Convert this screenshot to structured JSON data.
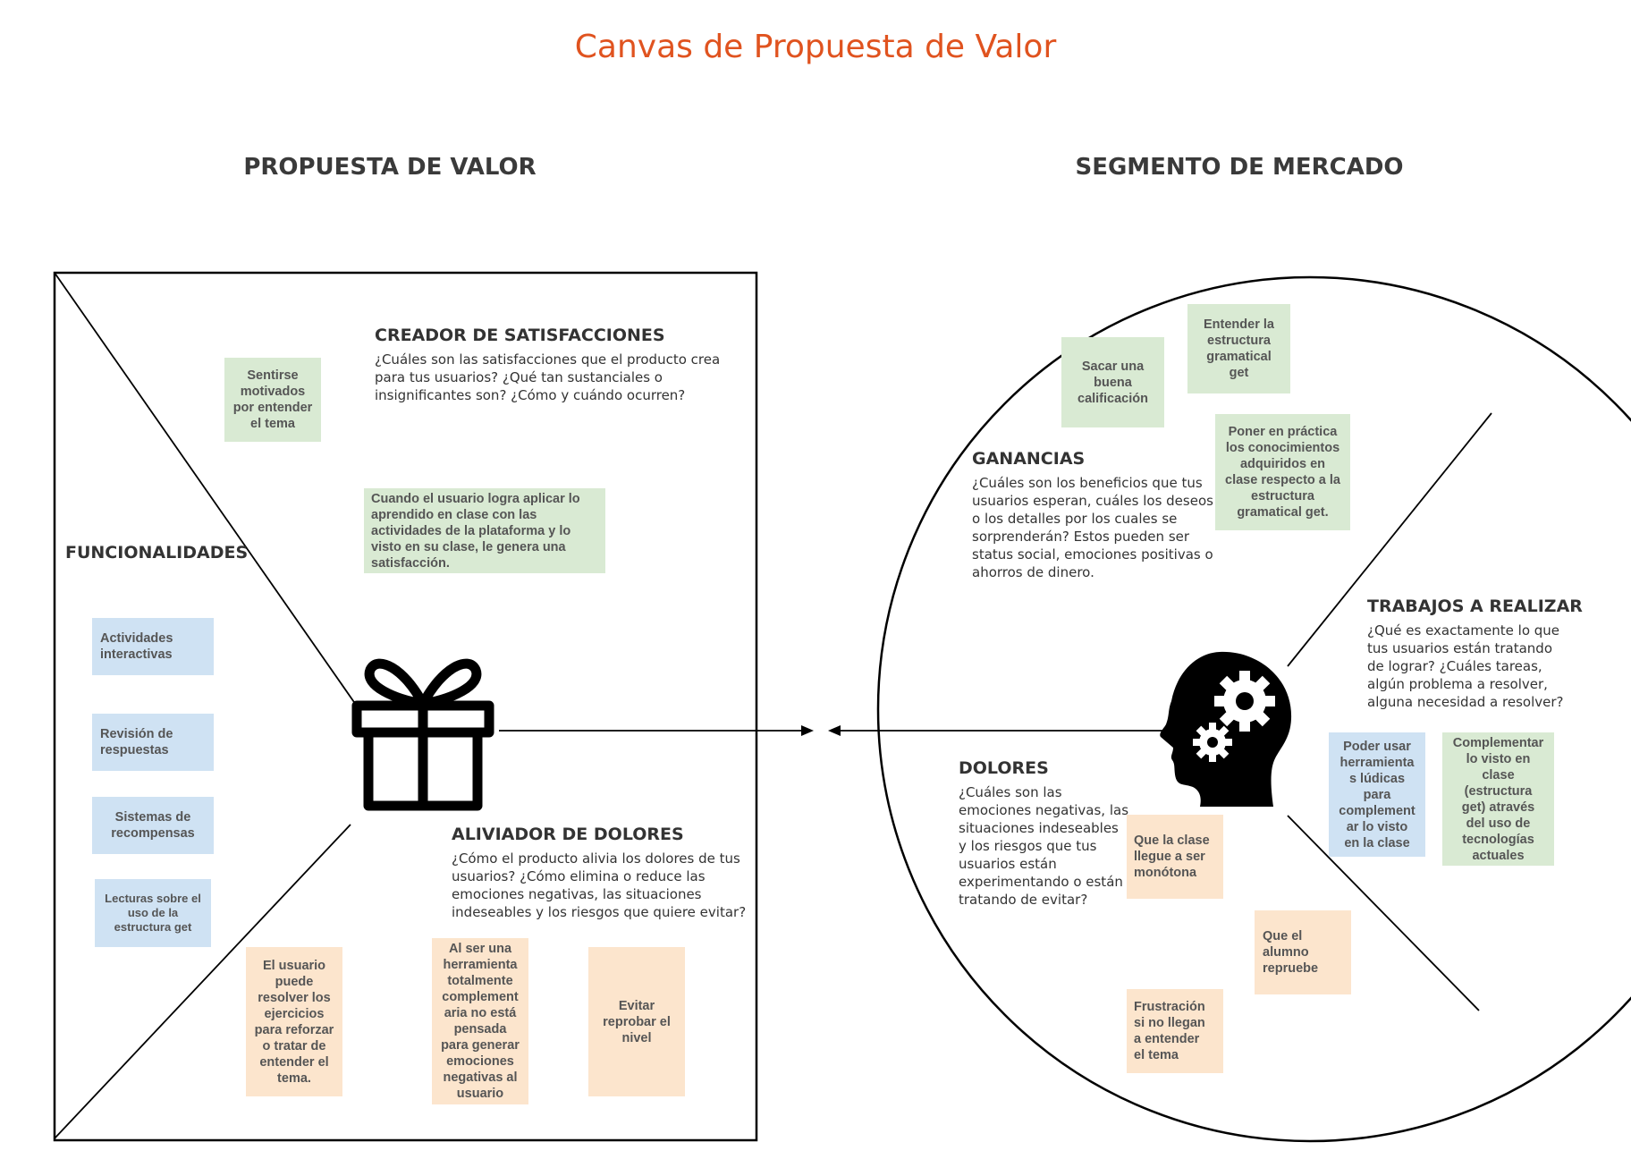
{
  "title": "Canvas de Propuesta de Valor",
  "columns": {
    "left_title": "PROPUESTA DE VALOR",
    "right_title": "SEGMENTO DE MERCADO"
  },
  "sections": {
    "creador": {
      "heading": "CREADOR DE SATISFACCIONES",
      "lines": [
        "¿Cuáles son las satisfacciones que el producto crea",
        "para tus usuarios? ¿Qué tan sustanciales o",
        "insignificantes son? ¿Cómo y cuándo ocurren?"
      ]
    },
    "funcionalidades": {
      "heading": "FUNCIONALIDADES"
    },
    "aliviador": {
      "heading": "ALIVIADOR DE DOLORES",
      "lines": [
        "¿Cómo el producto alivia los dolores de tus",
        "usuarios? ¿Cómo elimina o reduce las",
        "emociones negativas, las situaciones",
        "indeseables y los riesgos que quiere evitar?"
      ]
    },
    "ganancias": {
      "heading": "GANANCIAS",
      "lines": [
        "¿Cuáles son los beneficios que tus",
        "usuarios esperan, cuáles los deseos",
        "o los detalles por los cuales se",
        "sorprenderán? Estos pueden ser",
        "status social, emociones positivas o",
        "ahorros de dinero."
      ]
    },
    "trabajos": {
      "heading": "TRABAJOS A REALIZAR",
      "lines": [
        "¿Qué es exactamente lo que",
        "tus usuarios están tratando",
        "de lograr? ¿Cuáles tareas,",
        "algún problema a resolver,",
        "alguna necesidad a resolver?"
      ]
    },
    "dolores": {
      "heading": "DOLORES",
      "lines": [
        "¿Cuáles son las",
        "emociones negativas, las",
        "situaciones indeseables",
        "y los riesgos que tus",
        "usuarios están",
        "experimentando o están",
        "tratando de evitar?"
      ]
    }
  },
  "notes": {
    "motivados": [
      "Sentirse",
      "motivados",
      "por entender",
      "el tema"
    ],
    "aplicar": [
      "Cuando el usuario logra aplicar lo",
      "aprendido en clase con las",
      "actividades de la plataforma y lo",
      "visto en su clase, le genera una",
      "satisfacción."
    ],
    "actividades": [
      "Actividades",
      "interactivas"
    ],
    "revision": [
      "Revisión de",
      "respuestas"
    ],
    "sistemas": [
      "Sistemas de",
      "recompensas"
    ],
    "lecturas": [
      "Lecturas sobre el",
      "uso de la",
      "estructura get"
    ],
    "resolver": [
      "El usuario",
      "puede",
      "resolver los",
      "ejercicios",
      "para reforzar",
      "o tratar de",
      "entender el",
      "tema."
    ],
    "herramienta": [
      "Al ser una",
      "herramienta",
      "totalmente",
      "complement",
      "aria no está",
      "pensada",
      "para generar",
      "emociones",
      "negativas al",
      "usuario"
    ],
    "evitar": [
      "Evitar",
      "reprobar el",
      "nivel"
    ],
    "calificacion": [
      "Sacar una",
      "buena",
      "calificación"
    ],
    "entender_estructura": [
      "Entender la",
      "estructura",
      "gramatical",
      "get"
    ],
    "practica": [
      "Poner en práctica",
      "los conocimientos",
      "adquiridos en",
      "clase respecto a la",
      "estructura",
      "gramatical get."
    ],
    "ludicas": [
      "Poder usar",
      "herramienta",
      "s lúdicas",
      "para",
      "complement",
      "ar lo visto",
      "en la clase"
    ],
    "complementar": [
      "Complementar",
      "lo visto en",
      "clase",
      "(estructura",
      "get) através",
      "del uso de",
      "tecnologías",
      "actuales"
    ],
    "monotona": [
      "Que la clase",
      "llegue a ser",
      "monótona"
    ],
    "repruebe": [
      "Que el",
      "alumno",
      "repruebe"
    ],
    "frustracion": [
      "Frustración",
      "si no llegan",
      "a entender",
      "el tema"
    ]
  },
  "icons": {
    "gift": "gift-icon",
    "head": "head-gears-icon"
  },
  "colors": {
    "title": "#e0531f",
    "green": "#d9ead3",
    "blue": "#cfe2f3",
    "orange": "#fce5cd"
  }
}
